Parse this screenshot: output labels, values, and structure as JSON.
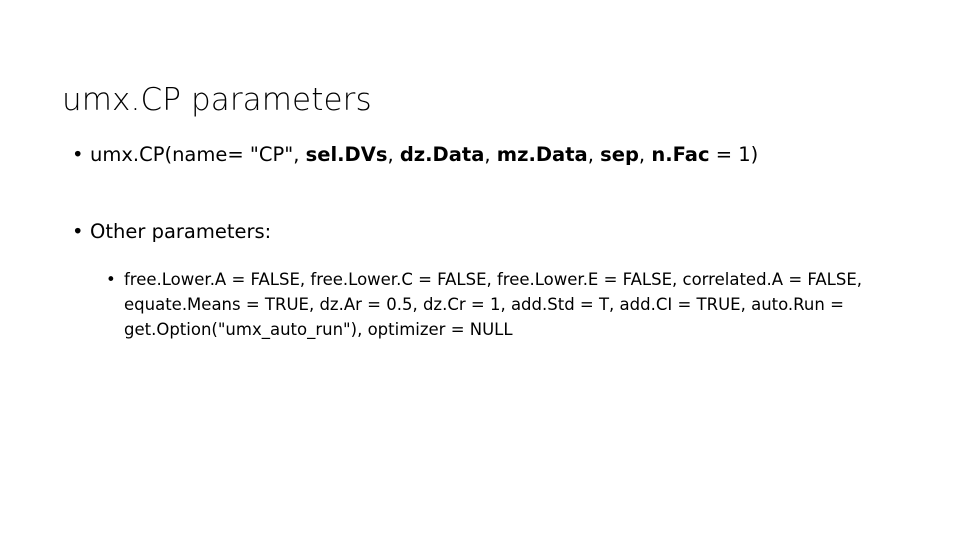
{
  "slide": {
    "title": "umx.CP parameters",
    "background_color": "#ffffff",
    "text_color": "#000000",
    "bullet_glyph": "•"
  },
  "bullets": [
    {
      "level": 1,
      "name": "signature-bullet",
      "runs": [
        {
          "text": "umx.CP(name= \"CP\", ",
          "bold": false
        },
        {
          "text": "sel.DVs",
          "bold": true
        },
        {
          "text": ", ",
          "bold": false
        },
        {
          "text": "dz.Data",
          "bold": true
        },
        {
          "text": ", ",
          "bold": false
        },
        {
          "text": "mz.Data",
          "bold": true
        },
        {
          "text": ", ",
          "bold": false
        },
        {
          "text": "sep",
          "bold": true
        },
        {
          "text": ", ",
          "bold": false
        },
        {
          "text": "n.Fac",
          "bold": true
        },
        {
          "text": " = 1)",
          "bold": false
        }
      ],
      "plain_text": "umx.CP(name= \"CP\", sel.DVs, dz.Data, mz.Data, sep, n.Fac = 1)"
    },
    {
      "level": 1,
      "name": "other-parameters-bullet",
      "runs": [
        {
          "text": "Other parameters:",
          "bold": false
        }
      ],
      "plain_text": "Other parameters:"
    }
  ],
  "sub_bullet": {
    "level": 2,
    "name": "other-parameters-detail",
    "lines": [
      "free.Lower.A = FALSE, free.Lower.C = FALSE, free.Lower.E = FALSE, correlated.A =",
      "FALSE, equate.Means = TRUE, dz.Ar = 0.5, dz.Cr = 1, add.Std = T, add.CI = TRUE,",
      "auto.Run = get.Option(\"umx_auto_run\"), optimizer = NULL"
    ],
    "plain_text": "free.Lower.A = FALSE, free.Lower.C = FALSE, free.Lower.E = FALSE, correlated.A = FALSE, equate.Means = TRUE, dz.Ar = 0.5, dz.Cr = 1, add.Std = T, add.CI = TRUE, auto.Run = get.Option(\"umx_auto_run\"), optimizer = NULL",
    "parameters": [
      {
        "name": "free.Lower.A",
        "value": "FALSE"
      },
      {
        "name": "free.Lower.C",
        "value": "FALSE"
      },
      {
        "name": "free.Lower.E",
        "value": "FALSE"
      },
      {
        "name": "correlated.A",
        "value": "FALSE"
      },
      {
        "name": "equate.Means",
        "value": "TRUE"
      },
      {
        "name": "dz.Ar",
        "value": "0.5"
      },
      {
        "name": "dz.Cr",
        "value": "1"
      },
      {
        "name": "add.Std",
        "value": "T"
      },
      {
        "name": "add.CI",
        "value": "TRUE"
      },
      {
        "name": "auto.Run",
        "value": "get.Option(\"umx_auto_run\")"
      },
      {
        "name": "optimizer",
        "value": "NULL"
      }
    ]
  }
}
